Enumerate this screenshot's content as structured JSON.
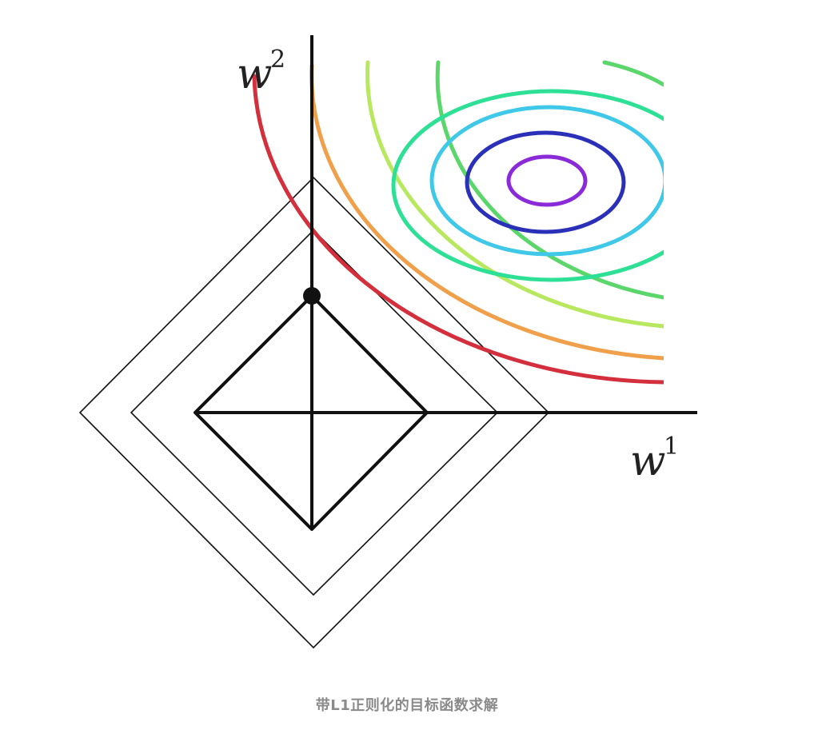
{
  "axes": {
    "x_label": "w",
    "x_sup": "1",
    "y_label": "w",
    "y_sup": "2"
  },
  "contours": [
    {
      "color": "#d42f3c"
    },
    {
      "color": "#f0a04a"
    },
    {
      "color": "#b8e860"
    },
    {
      "color": "#5ad66a"
    },
    {
      "color": "#2ee096"
    },
    {
      "color": "#40c8e8"
    },
    {
      "color": "#2a30b8"
    },
    {
      "color": "#8a2ad8"
    }
  ],
  "constraint_diamonds": 3,
  "caption": "带L1正则化的目标函数求解"
}
